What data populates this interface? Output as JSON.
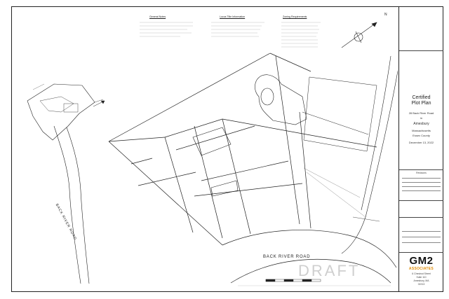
{
  "titleblock": {
    "title_line1": "Certified",
    "title_line2": "Plot Plan",
    "address": "28 Back River Road",
    "in_word": "in",
    "town": "Amesbury",
    "state": "Massachusetts",
    "county": "Essex County",
    "date": "December 13, 2022",
    "revisions_heading": "Revisions",
    "company_line1": "6 Chestnut Street",
    "company_line2": "Suite 110",
    "company_line3": "Amesbury, MA",
    "company_line4": "01913",
    "logo_text": "GM2",
    "logo_subtext": "ASSOCIATES"
  },
  "drawing": {
    "road_label_main": "BACK RIVER ROAD",
    "road_label_locus": "BACK RIVER ROAD",
    "watermark": "DRAFT",
    "general_notes_heading": "General Notes",
    "locus_info_heading": "Locus Title Information",
    "zoning_heading": "Zoning Requirements",
    "north_label": "N"
  },
  "colors": {
    "line": "#222222",
    "light_line": "#777777",
    "draft_gray": "#cfcfcf",
    "logo_orange": "#e08a00"
  }
}
